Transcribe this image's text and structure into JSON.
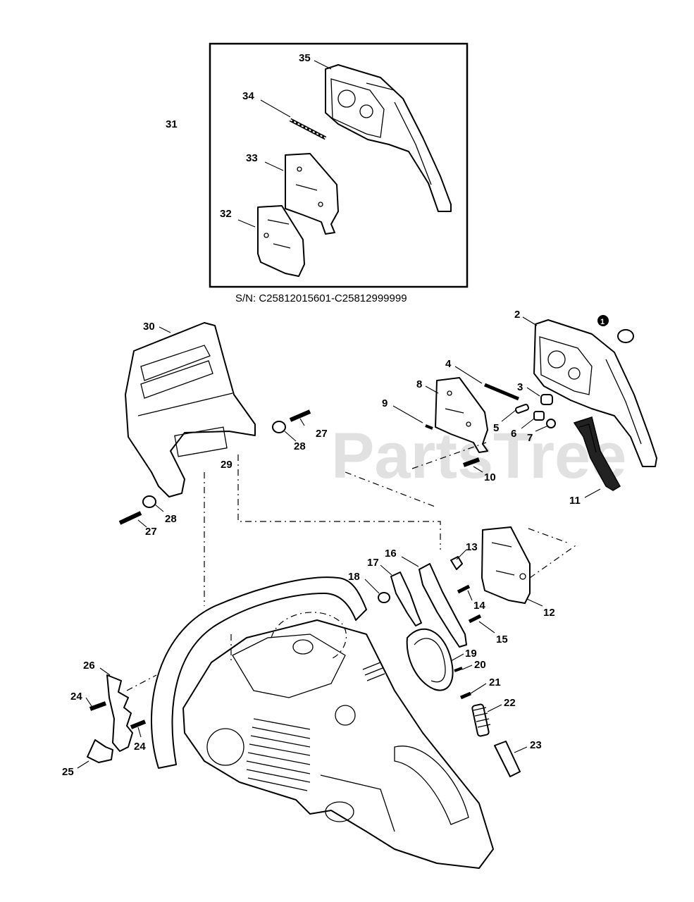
{
  "diagram": {
    "serial_note": "S/N: C25812015601-C25812999999",
    "watermark": "PartsTree",
    "inset_group_label": "31",
    "callouts": [
      {
        "id": "c35",
        "text": "35"
      },
      {
        "id": "c34",
        "text": "34"
      },
      {
        "id": "c33",
        "text": "33"
      },
      {
        "id": "c32",
        "text": "32"
      },
      {
        "id": "c30",
        "text": "30"
      },
      {
        "id": "c2",
        "text": "2"
      },
      {
        "id": "c1",
        "text": "1"
      },
      {
        "id": "c4",
        "text": "4"
      },
      {
        "id": "c8",
        "text": "8"
      },
      {
        "id": "c3",
        "text": "3"
      },
      {
        "id": "c9",
        "text": "9"
      },
      {
        "id": "c5",
        "text": "5"
      },
      {
        "id": "c6",
        "text": "6"
      },
      {
        "id": "c7",
        "text": "7"
      },
      {
        "id": "c27a",
        "text": "27"
      },
      {
        "id": "c28a",
        "text": "28"
      },
      {
        "id": "c29",
        "text": "29"
      },
      {
        "id": "c10",
        "text": "10"
      },
      {
        "id": "c11",
        "text": "11"
      },
      {
        "id": "c28b",
        "text": "28"
      },
      {
        "id": "c27b",
        "text": "27"
      },
      {
        "id": "c13",
        "text": "13"
      },
      {
        "id": "c16",
        "text": "16"
      },
      {
        "id": "c17",
        "text": "17"
      },
      {
        "id": "c18",
        "text": "18"
      },
      {
        "id": "c14",
        "text": "14"
      },
      {
        "id": "c12",
        "text": "12"
      },
      {
        "id": "c15",
        "text": "15"
      },
      {
        "id": "c19",
        "text": "19"
      },
      {
        "id": "c20",
        "text": "20"
      },
      {
        "id": "c26",
        "text": "26"
      },
      {
        "id": "c21",
        "text": "21"
      },
      {
        "id": "c24a",
        "text": "24"
      },
      {
        "id": "c22",
        "text": "22"
      },
      {
        "id": "c24b",
        "text": "24"
      },
      {
        "id": "c23",
        "text": "23"
      },
      {
        "id": "c25",
        "text": "25"
      }
    ]
  }
}
